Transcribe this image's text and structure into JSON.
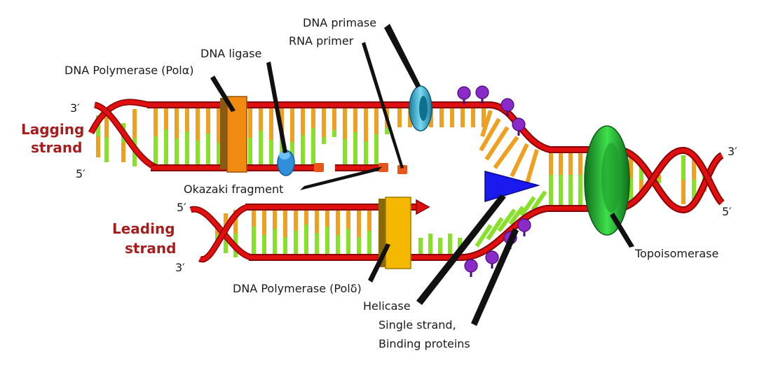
{
  "labels": {
    "dna_primase": "DNA primase",
    "rna_primer": "RNA primer",
    "dna_ligase": "DNA ligase",
    "pol_alpha": "DNA Polymerase (Polα)",
    "okazaki": "Okazaki fragment",
    "pol_delta": "DNA Polymerase (Polδ)",
    "helicase": "Helicase",
    "ssb_line1": "Single strand,",
    "ssb_line2": "Binding proteins",
    "topoisomerase": "Topoisomerase"
  },
  "strands": {
    "lagging_line1": "Lagging",
    "lagging_line2": "strand",
    "leading_line1": "Leading",
    "leading_line2": "strand"
  },
  "ends": {
    "lag_top_left": "3′",
    "lag_bottom_left": "5′",
    "lead_top_left": "5′",
    "lead_bottom_left": "3′",
    "right_top": "3′",
    "right_bottom": "5′"
  },
  "colors": {
    "backbone": "#e01010",
    "backbone_dark": "#8a0000",
    "base_orange": "#f0a020",
    "base_green": "#88e02a",
    "topoisomerase": "#1a9a2a",
    "helicase": "#1a1aee",
    "primase": "#3aaed0",
    "ligase": "#2f8fd8",
    "pol_alpha": "#f08a10",
    "pol_delta": "#f5b800",
    "ssb": "#8a2ac8",
    "primer": "#e8561a"
  }
}
